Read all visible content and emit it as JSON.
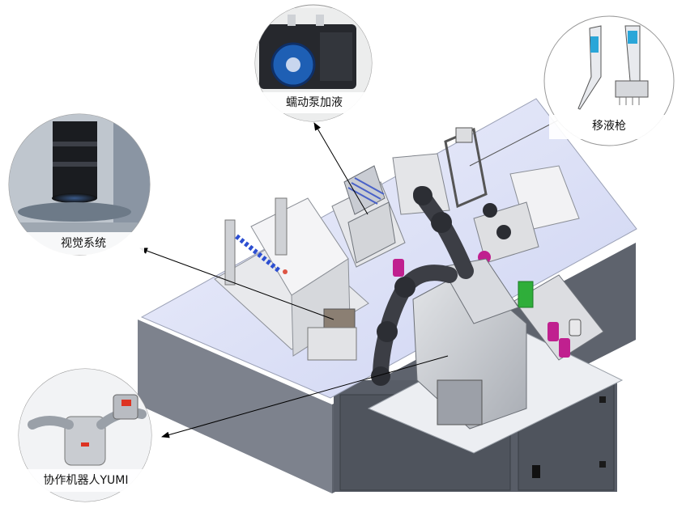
{
  "callouts": {
    "pump": {
      "label": "蠕动泵加液",
      "icon": "peristaltic-pump-icon"
    },
    "pipette": {
      "label": "移液枪",
      "icon": "pipette-icon"
    },
    "vision": {
      "label": "视觉系统",
      "icon": "camera-lens-icon"
    },
    "robot": {
      "label": "协作机器人YUMI",
      "icon": "robot-arm-icon"
    }
  },
  "colors": {
    "platform_top": "#d9def7",
    "platform_side": "#8c93a3",
    "cabinet": "#6f7480",
    "robot_body": "#c9ccd1",
    "robot_arm_dark": "#3c3e45",
    "magenta_vials": "#c0208f",
    "green_accent": "#2fae3a",
    "pump_blue": "#1e5fb4",
    "arrow": "#000000"
  }
}
